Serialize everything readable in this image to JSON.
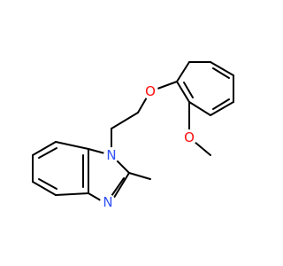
{
  "molecule": {
    "atoms": [
      {
        "id": "o-ether",
        "label": "O",
        "color": "#ff0d0d"
      },
      {
        "id": "o-methoxy",
        "label": "O",
        "color": "#ff0d0d"
      },
      {
        "id": "n-1",
        "label": "N",
        "color": "#3050f8"
      },
      {
        "id": "n-3",
        "label": "N",
        "color": "#3050f8"
      }
    ]
  }
}
